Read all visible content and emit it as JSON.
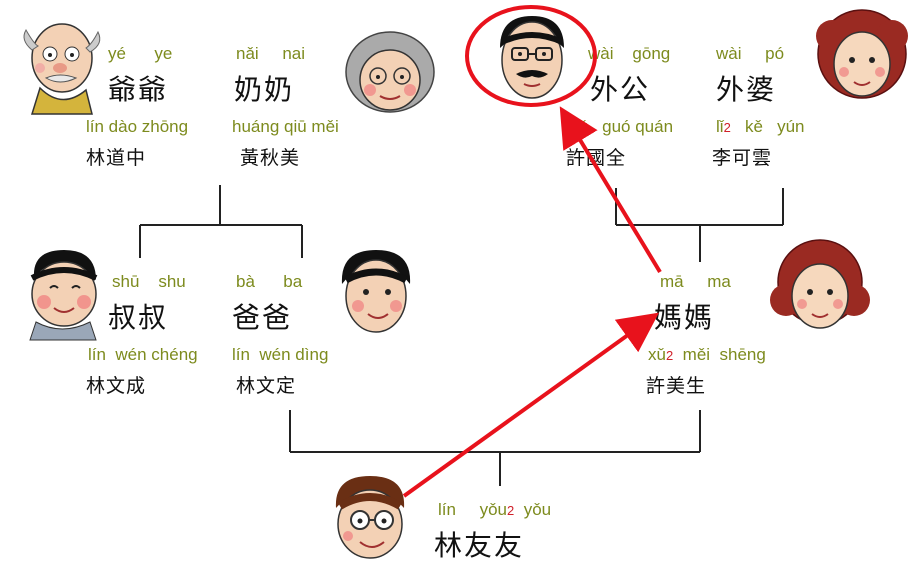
{
  "paternal_grandfather": {
    "pinyin_1": "yé",
    "pinyin_2": "ye",
    "title": "爺爺",
    "name_pinyin": "lín dào zhōng",
    "name": "林道中"
  },
  "paternal_grandmother": {
    "pinyin_1": "nǎi",
    "pinyin_2": "nai",
    "title": "奶奶",
    "name_pinyin": "huáng qiū měi",
    "name": "黃秋美"
  },
  "maternal_grandfather": {
    "pinyin_1": "wài",
    "pinyin_2": "gōng",
    "title": "外公",
    "name_pinyin_1": "xǔ",
    "name_pinyin_2": "guó quán",
    "name": "許國全"
  },
  "maternal_grandmother": {
    "pinyin_1": "wài",
    "pinyin_2": "pó",
    "title": "外婆",
    "name_pinyin_1": "lǐ",
    "name_pinyin_tone": "2",
    "name_pinyin_2": "kě   yún",
    "name": "李可雲"
  },
  "uncle": {
    "pinyin_1": "shū",
    "pinyin_2": "shu",
    "title": "叔叔",
    "name_pinyin": "lín  wén chéng",
    "name": "林文成"
  },
  "father": {
    "pinyin_1": "bà",
    "pinyin_2": "ba",
    "title": "爸爸",
    "name_pinyin": "lín  wén dìng",
    "name": "林文定"
  },
  "mother": {
    "pinyin_1": "mā",
    "pinyin_2": "ma",
    "title": "媽媽",
    "name_pinyin_1": "xǔ",
    "name_pinyin_tone": "2",
    "name_pinyin_2": "měi  shēng",
    "name": "許美生"
  },
  "child": {
    "pinyin_1": "lín",
    "pinyin_2": "yǒu",
    "pinyin_tone": "2",
    "pinyin_3": "yǒu",
    "name": "林友友"
  },
  "colors": {
    "pinyin": "#7d8b1e",
    "tone_sandhi": "#d0202a",
    "annotation": "#e8121c",
    "lines": "#222222"
  }
}
